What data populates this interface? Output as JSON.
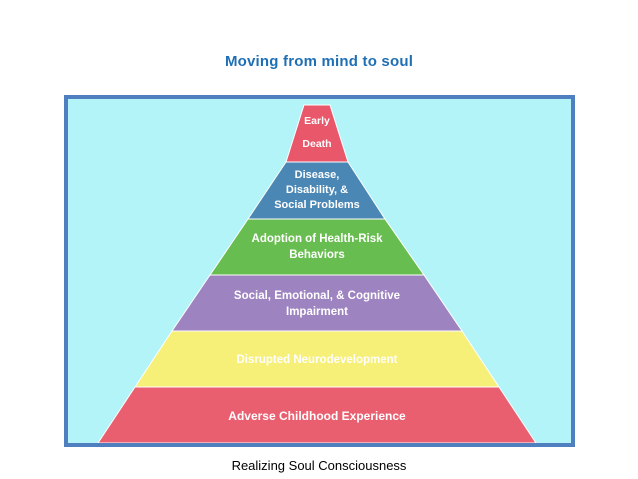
{
  "title": "Moving from mind to soul",
  "footer": "Realizing Soul Consciousness",
  "pyramid": {
    "levels": [
      {
        "lines": [
          "Early",
          "Death"
        ],
        "color": "#e8576a"
      },
      {
        "lines": [
          "Disease,",
          "Disability, &",
          "Social Problems"
        ],
        "color": "#4a87b5"
      },
      {
        "lines": [
          "Adoption of Health-Risk",
          "Behaviors"
        ],
        "color": "#67bd4f"
      },
      {
        "lines": [
          "Social, Emotional, & Cognitive",
          "Impairment"
        ],
        "color": "#9d83c0"
      },
      {
        "lines": [
          "Disrupted Neurodevelopment"
        ],
        "color": "#f6ef78"
      },
      {
        "lines": [
          "Adverse Childhood Experience"
        ],
        "color": "#ea5f70"
      }
    ]
  }
}
